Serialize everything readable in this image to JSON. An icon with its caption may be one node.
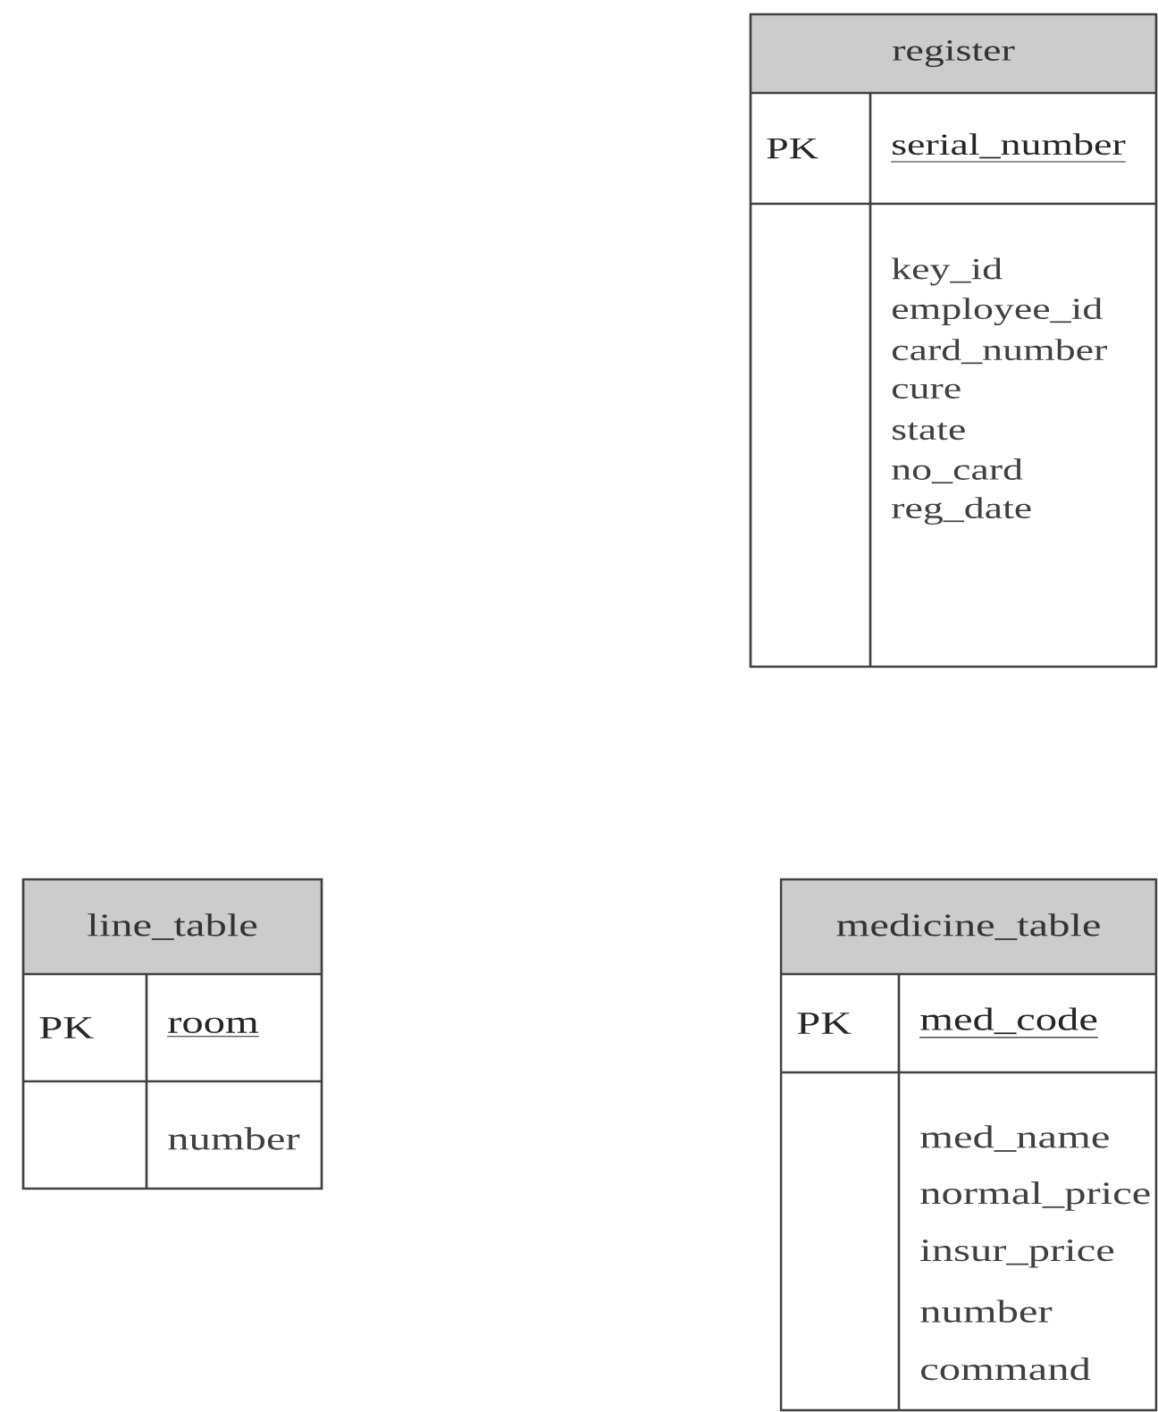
{
  "diagram": {
    "nodes": [
      {
        "text": [
          "register",
          "PK",
          "serial_number",
          "key_id",
          "employee_id",
          "card_number",
          "cure",
          "state",
          "no_card",
          "reg_date"
        ]
      },
      {
        "text": [
          "line_table",
          "PK",
          "room",
          "number"
        ]
      },
      {
        "text": [
          "medicine_table",
          "PK",
          "med_code",
          "med_name",
          "normal_price",
          "insur_price",
          "number",
          "command"
        ]
      }
    ]
  }
}
